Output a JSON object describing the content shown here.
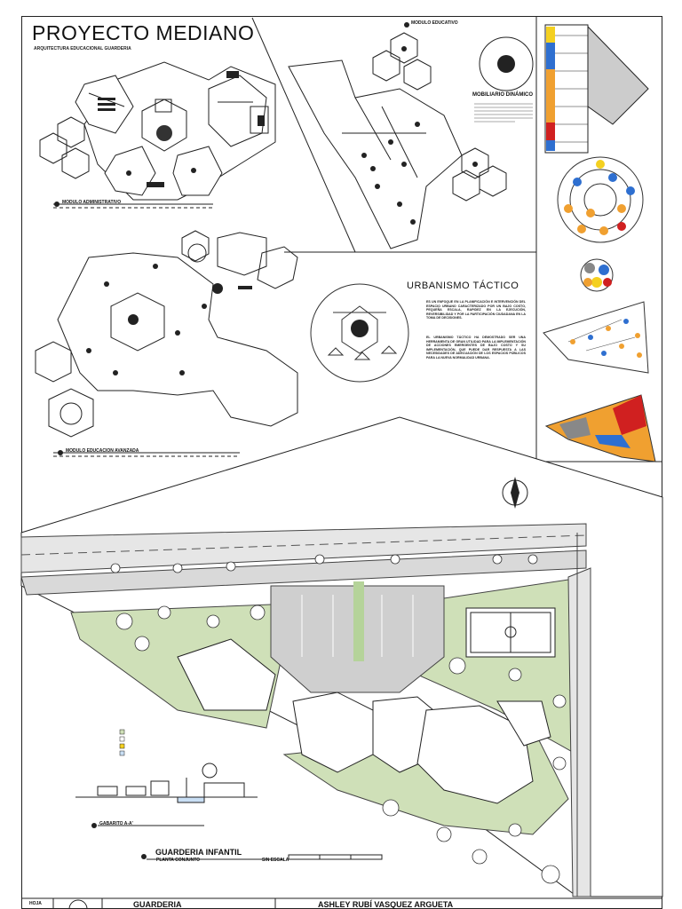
{
  "sheet": {
    "title": "PROYECTO MEDIANO",
    "subtitle": "ARQUITECTURA EDUCACIONAL GUARDERIA"
  },
  "labels": {
    "admin_module": "MODULO ADMINISTRATIVO",
    "edu_module": "MODULO EDUCATIVO",
    "advanced_module": "MODULO EDUCACION AVANZADA",
    "dynamic_furniture": "MOBILIARIO DINÁMICO",
    "tactical_urbanism": "URBANISMO TÁCTICO",
    "section": "GABARITO A-A'",
    "site_plan": "GUARDERIA INFANTIL",
    "site_plan_sub": "PLANTA CONJUNTO",
    "scale": "SIN ESCALA"
  },
  "text": {
    "urbanism_p1": "ES UN ENFOQUE EN LA PLANIFICACIÓN E INTERVENCIÓN DEL ESPACIO URBANO CARACTERIZADO POR UN BAJO COSTO, PEQUEÑA ESCALA, RAPIDEZ EN LA EJECUCIÓN, REVERSIBILIDAD Y POR LA PARTICIPACIÓN CIUDADANA EN LA TOMA DE DECISIONES.",
    "urbanism_p2": "EL URBANISMO TÁCTICO HA DEMOSTRADO SER UNA HERRAMIENTA DE GRAN UTILIDAD PARA LA IMPLEMENTACIÓN DE ACCIONES EMERGENTES DE BAJO COSTO Y SU IMPLEMENTACIÓN, QUE PUEDE DAR RESPUESTA A LAS NECESIDADES DE ADECUACIÓN DE LOS ESPACIOS PÚBLICOS PARA LA NUEVA NORMALIDAD URBANA."
  },
  "titleblock": {
    "sheet_label": "HOJA",
    "project": "GUARDERIA",
    "author": "ASHLEY RUBÍ VASQUEZ ARGUETA"
  },
  "colors": {
    "green_area": "#cfe0b8",
    "orange": "#f0a030",
    "blue": "#2e6fd0",
    "yellow": "#f4d020",
    "red": "#d02020"
  }
}
